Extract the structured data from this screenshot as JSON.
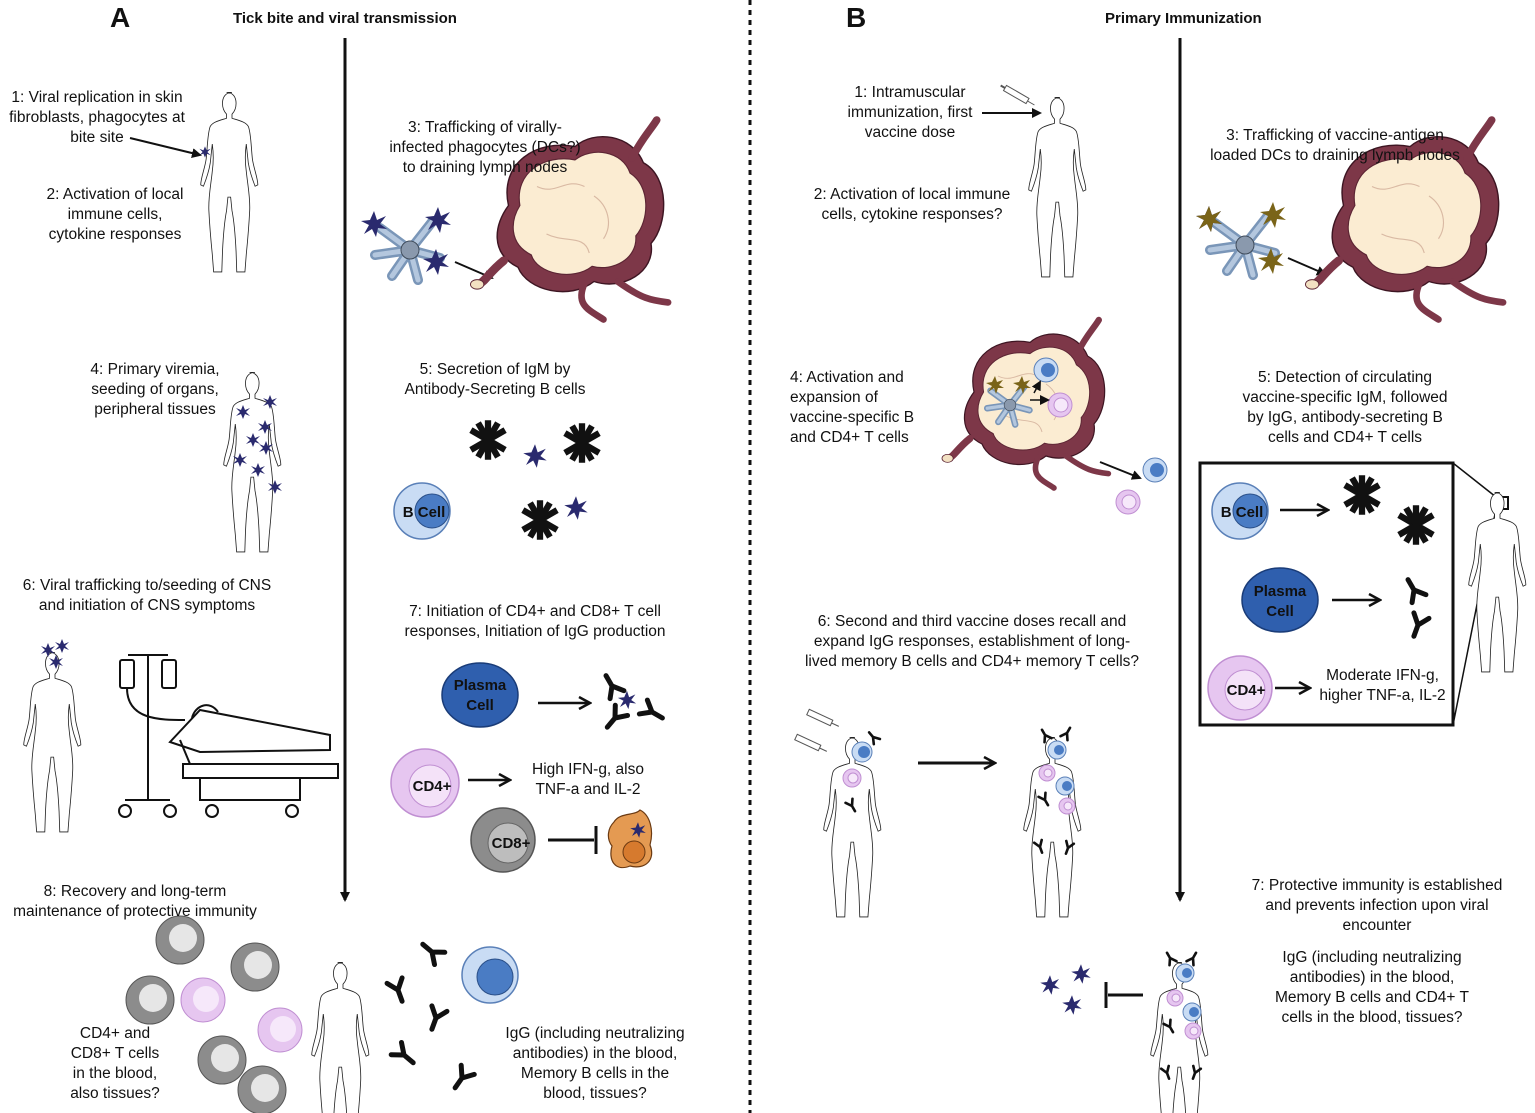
{
  "panels": {
    "a": {
      "letter": "A",
      "title": "Tick bite and viral transmission",
      "steps": {
        "s1": [
          "1: Viral replication in skin",
          "fibroblasts, phagocytes at",
          "bite site"
        ],
        "s2": [
          "2: Activation of local",
          "immune cells,",
          "cytokine responses"
        ],
        "s3": [
          "3: Trafficking of virally-",
          "infected phagocytes (DCs?)",
          "to draining lymph nodes"
        ],
        "s4": [
          "4: Primary viremia,",
          "seeding of organs,",
          "peripheral tissues"
        ],
        "s5": [
          "5: Secretion of IgM by",
          "Antibody-Secreting B cells"
        ],
        "s6": [
          "6: Viral trafficking to/seeding of CNS",
          "and initiation of CNS symptoms"
        ],
        "s7": [
          "7: Initiation of CD4+ and CD8+ T cell",
          "responses, Initiation of IgG production"
        ],
        "s8": [
          "8: Recovery and long-term",
          "maintenance of protective immunity"
        ],
        "tcells": [
          "CD4+ and",
          "CD8+ T cells",
          "in the blood,",
          "also tissues?"
        ],
        "igg": [
          "IgG (including neutralizing",
          "antibodies) in the blood,",
          "Memory B cells in the",
          "blood, tissues?"
        ],
        "cd4_resp": [
          "High IFN-g, also",
          "TNF-a and IL-2"
        ]
      },
      "cells": {
        "bcell": "B Cell",
        "plasma": [
          "Plasma",
          "Cell"
        ],
        "cd4": "CD4+",
        "cd8": "CD8+"
      }
    },
    "b": {
      "letter": "B",
      "title": "Primary Immunization",
      "steps": {
        "s1": [
          "1: Intramuscular",
          "immunization, first",
          "vaccine dose"
        ],
        "s2": [
          "2: Activation of local immune",
          "cells, cytokine responses?"
        ],
        "s3": [
          "3: Trafficking of vaccine-antigen",
          "loaded DCs to draining lymph nodes"
        ],
        "s4": [
          "4: Activation and",
          "expansion of",
          "vaccine-specific B",
          "and CD4+ T cells"
        ],
        "s5": [
          "5: Detection of circulating",
          "vaccine-specific IgM, followed",
          "by IgG, antibody-secreting B",
          "cells and CD4+ T cells"
        ],
        "s6": [
          "6: Second and third vaccine doses recall and",
          "expand IgG responses, establishment of long-",
          "lived memory B cells and CD4+ memory T cells?"
        ],
        "s7": [
          "7: Protective immunity is established",
          "and prevents infection upon viral",
          "encounter"
        ],
        "igg": [
          "IgG (including neutralizing",
          "antibodies) in the blood,",
          "Memory B cells and CD4+ T",
          "cells in the blood, tissues?"
        ],
        "cd4_resp": [
          "Moderate IFN-g,",
          "higher TNF-a, IL-2"
        ]
      },
      "cells": {
        "bcell": "B Cell",
        "plasma": [
          "Plasma",
          "Cell"
        ],
        "cd4": "CD4+"
      }
    }
  },
  "colors": {
    "virus": "#2a2a6e",
    "antigen": "#7a6418",
    "bcell_light": "#c9dcf4",
    "bcell_dark": "#4a7cc4",
    "plasma": "#2f5fae",
    "cd4": "#e6c6f0",
    "cd8": "#888888",
    "lymph_outer": "#7d3748",
    "lymph_inner": "#fbecd2"
  }
}
